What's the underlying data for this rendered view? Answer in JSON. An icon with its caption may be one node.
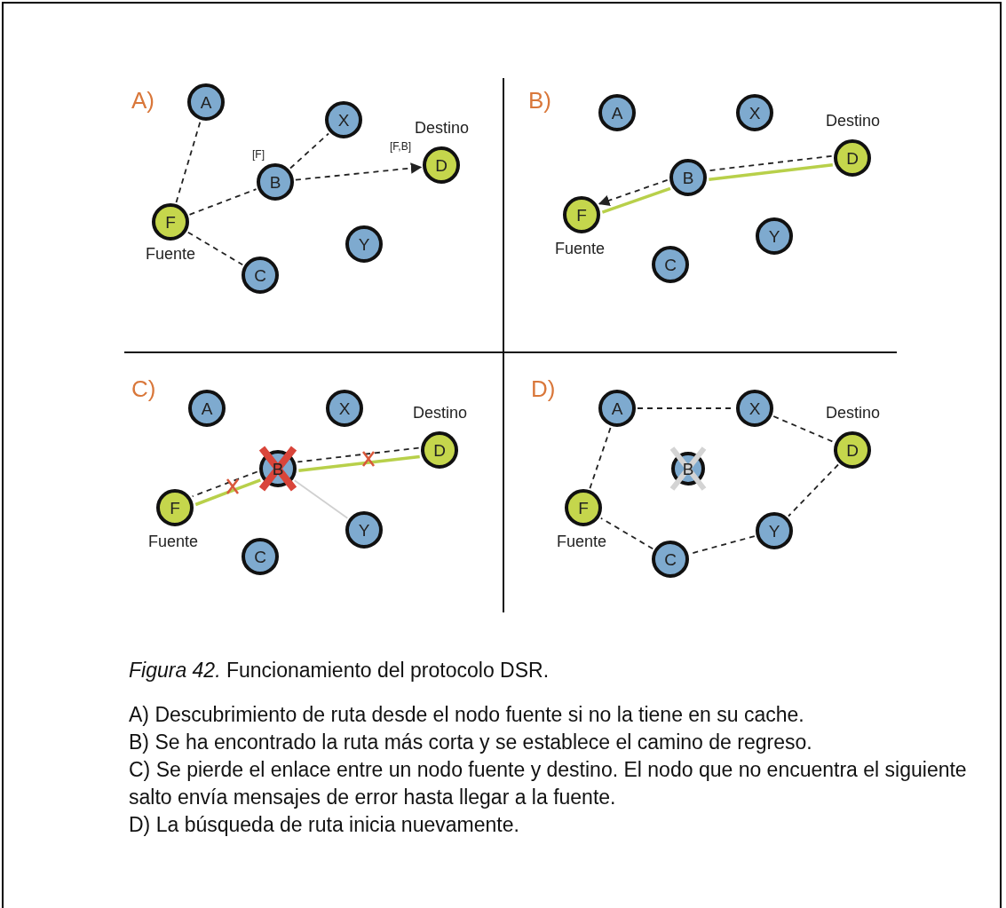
{
  "diagram": {
    "caption": "*Figura 42.* Funcionamiento del protocolo DSR.",
    "nodes": [
      {
        "text": [
          "A"
        ]
      },
      {
        "text": [
          "X"
        ]
      },
      {
        "text": [
          "D"
        ],
        "beside": [
          "Destino",
          "[F,B]"
        ]
      },
      {
        "text": [
          "B"
        ],
        "beside": [
          "[F]"
        ]
      },
      {
        "text": [
          "F"
        ],
        "beside": [
          "Fuente"
        ]
      },
      {
        "text": [
          "Y"
        ]
      },
      {
        "text": [
          "C"
        ]
      },
      {
        "text": [
          "A"
        ]
      },
      {
        "text": [
          "X"
        ]
      },
      {
        "text": [
          "D"
        ],
        "beside": [
          "Destino"
        ]
      },
      {
        "text": [
          "B"
        ]
      },
      {
        "text": [
          "F"
        ],
        "beside": [
          "Fuente"
        ]
      },
      {
        "text": [
          "Y"
        ]
      },
      {
        "text": [
          "C"
        ]
      },
      {
        "text": [
          "A"
        ]
      },
      {
        "text": [
          "X"
        ]
      },
      {
        "text": [
          "D"
        ],
        "beside": [
          "Destino"
        ]
      },
      {
        "text": [
          "B"
        ]
      },
      {
        "text": [
          "F"
        ],
        "beside": [
          "Fuente"
        ]
      },
      {
        "text": [
          "Y"
        ]
      },
      {
        "text": [
          "C"
        ]
      },
      {
        "text": [
          "A"
        ]
      },
      {
        "text": [
          "X"
        ]
      },
      {
        "text": [
          "D"
        ],
        "beside": [
          "Destino"
        ]
      },
      {
        "text": [
          "B"
        ]
      },
      {
        "text": [
          "F"
        ],
        "beside": [
          "Fuente"
        ]
      },
      {
        "text": [
          "Y"
        ]
      },
      {
        "text": [
          "C"
        ]
      }
    ],
    "edges": [
      {
        "from": 4,
        "to": 0,
        "arrow": "none",
        "style": "dashed"
      },
      {
        "from": 4,
        "to": 3,
        "arrow": "none",
        "style": "dashed"
      },
      {
        "from": 4,
        "to": 6,
        "arrow": "none",
        "style": "dashed"
      },
      {
        "from": 3,
        "to": 1,
        "arrow": "none",
        "style": "dashed"
      },
      {
        "from": 3,
        "to": 2,
        "arrow": "to",
        "style": "dashed"
      },
      {
        "from": 11,
        "to": 10,
        "arrow": "none",
        "style": "thick",
        "color": "#b8d04a"
      },
      {
        "from": 10,
        "to": 9,
        "arrow": "none",
        "style": "thick",
        "color": "#b8d04a"
      },
      {
        "from": 9,
        "to": 10,
        "arrow": "none",
        "style": "dashed"
      },
      {
        "from": 10,
        "to": 11,
        "arrow": "to",
        "style": "dashed"
      },
      {
        "from": 18,
        "to": 17,
        "arrow": "none",
        "style": "thick",
        "color": "#b8d04a"
      },
      {
        "from": 17,
        "to": 16,
        "arrow": "none",
        "style": "thick",
        "color": "#b8d04a"
      },
      {
        "from": 16,
        "to": 17,
        "arrow": "none",
        "style": "dashed"
      },
      {
        "from": 17,
        "to": 18,
        "arrow": "none",
        "style": "dashed"
      },
      {
        "from": 17,
        "to": 19,
        "arrow": "none",
        "color": "#d0d0d0"
      },
      {
        "from": 25,
        "to": 21,
        "arrow": "none",
        "style": "dashed"
      },
      {
        "from": 21,
        "to": 22,
        "arrow": "none",
        "style": "dashed"
      },
      {
        "from": 22,
        "to": 23,
        "arrow": "none",
        "style": "dashed"
      },
      {
        "from": 23,
        "to": 26,
        "arrow": "none",
        "style": "dashed"
      },
      {
        "from": 26,
        "to": 27,
        "arrow": "none",
        "style": "dashed"
      },
      {
        "from": 27,
        "to": 25,
        "arrow": "none",
        "style": "dashed"
      }
    ],
    "labels": [
      "A)",
      "B)",
      "C)",
      "D)",
      "A) Descubrimiento de ruta desde el nodo fuente si no la tiene en su cache.",
      "B) Se ha encontrado la ruta más corta y se establece el camino de regreso.",
      "C) Se pierde el enlace entre un nodo fuente y destino. El nodo que no encuentra el siguiente salto envía mensajes de error hasta llegar a la fuente.",
      "D) La búsqueda de ruta inicia nuevamente."
    ]
  }
}
